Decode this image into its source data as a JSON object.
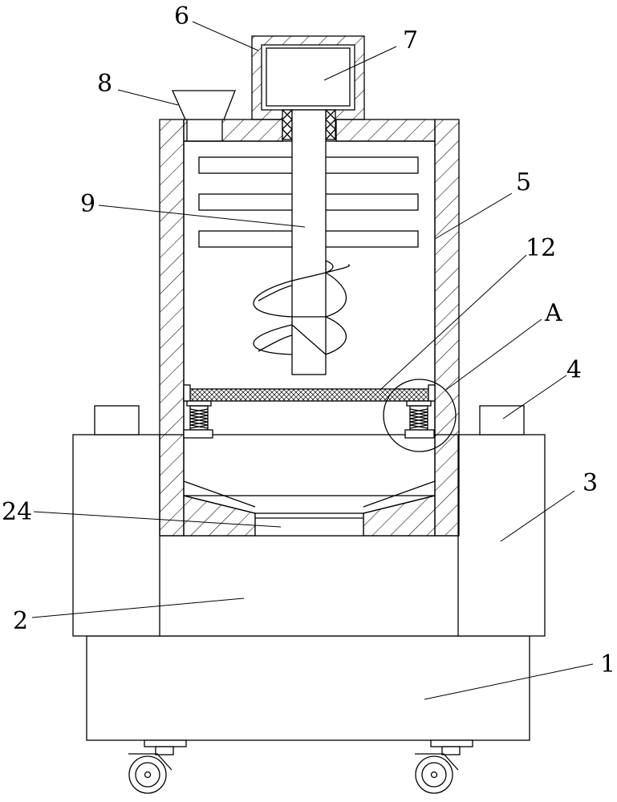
{
  "diagram": {
    "labels": {
      "l1": "1",
      "l2": "2",
      "l3": "3",
      "l4": "4",
      "l5": "5",
      "l6": "6",
      "l7": "7",
      "l8": "8",
      "l9": "9",
      "l12": "12",
      "l24": "24",
      "lA": "A"
    }
  }
}
